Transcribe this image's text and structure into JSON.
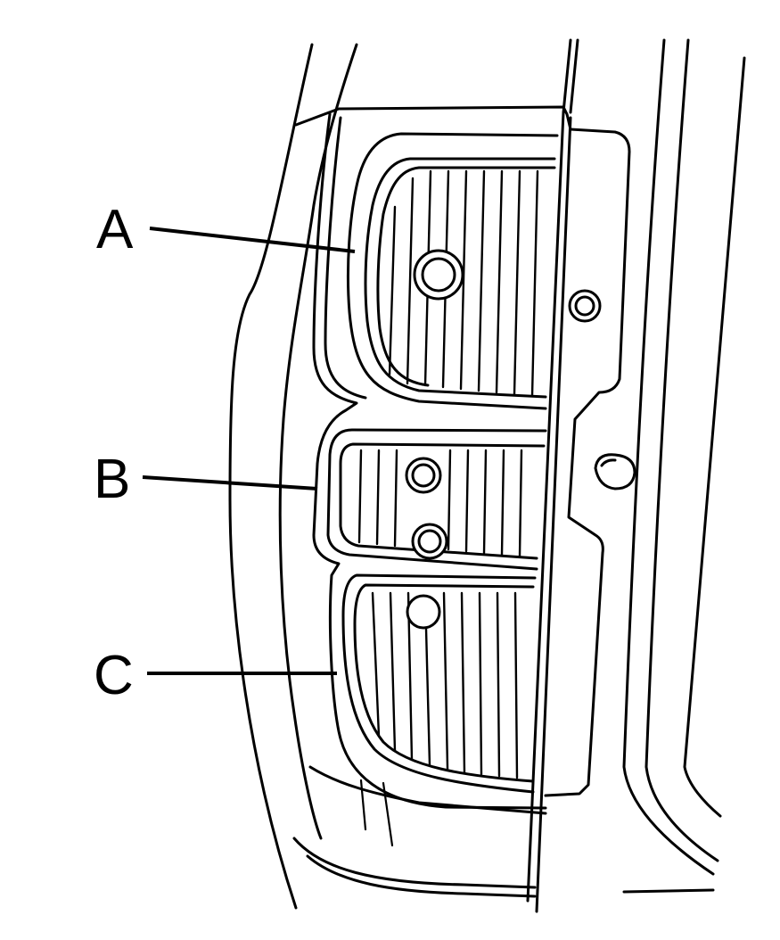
{
  "callouts": [
    {
      "id": "A",
      "label": "A"
    },
    {
      "id": "B",
      "label": "B"
    },
    {
      "id": "C",
      "label": "C"
    }
  ],
  "colors": {
    "line": "#000000",
    "background": "#ffffff"
  }
}
